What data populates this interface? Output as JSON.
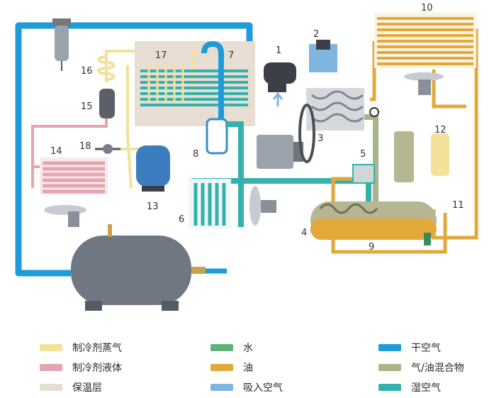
{
  "components": [
    "1",
    "2",
    "3",
    "4",
    "5",
    "6",
    "7",
    "8",
    "9",
    "10",
    "11",
    "12",
    "13",
    "14",
    "15",
    "16",
    "17",
    "18"
  ],
  "colors": {
    "refrigerant_vapor": "#f3e19a",
    "refrigerant_liquid": "#e4a4b0",
    "insulation": "#e8ddd2",
    "water": "#5fb27a",
    "oil": "#e2a93a",
    "intake_air": "#7fb6e0",
    "dry_air": "#1f9bd7",
    "air_oil_mix": "#a9b48b",
    "wet_air": "#35b1ad",
    "tank": "#6f7782",
    "motor": "#9aa2ab"
  },
  "legend": [
    {
      "label": "制冷剂蒸气",
      "color": "#f3e19a"
    },
    {
      "label": "制冷剂液体",
      "color": "#e4a4b0"
    },
    {
      "label": "保温层",
      "color": "#e8ddd2"
    },
    {
      "label": "水",
      "color": "#5fb27a"
    },
    {
      "label": "油",
      "color": "#e2a93a"
    },
    {
      "label": "吸入空气",
      "color": "#7fb6e0"
    },
    {
      "label": "干空气",
      "color": "#1f9bd7"
    },
    {
      "label": "气/油混合物",
      "color": "#a9b48b"
    },
    {
      "label": "湿空气",
      "color": "#35b1ad"
    }
  ]
}
